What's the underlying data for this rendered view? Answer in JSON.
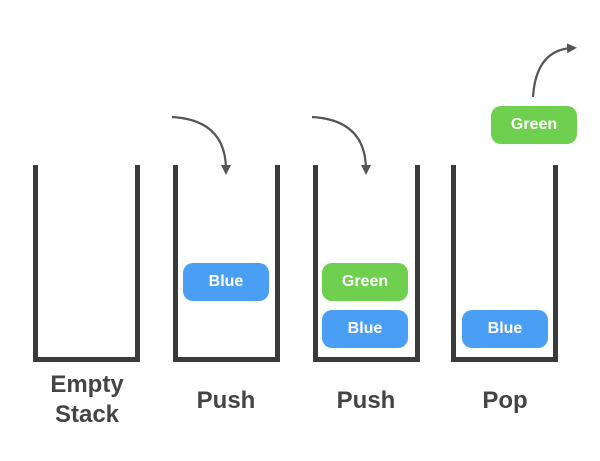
{
  "colors": {
    "blue": "#4a9ff5",
    "green": "#6fcf4f",
    "container": "#3a3a3a",
    "label": "#444444",
    "arrow": "#555555"
  },
  "stages": [
    {
      "label_line1": "Empty",
      "label_line2": "Stack",
      "items": []
    },
    {
      "label_line1": "Push",
      "items": [
        {
          "text": "Blue",
          "color": "blue"
        }
      ],
      "arrow": "push-in"
    },
    {
      "label_line1": "Push",
      "items": [
        {
          "text": "Green",
          "color": "green"
        },
        {
          "text": "Blue",
          "color": "blue"
        }
      ],
      "arrow": "push-in"
    },
    {
      "label_line1": "Pop",
      "items": [
        {
          "text": "Blue",
          "color": "blue"
        }
      ],
      "popped": {
        "text": "Green",
        "color": "green"
      },
      "arrow": "pop-out"
    }
  ]
}
